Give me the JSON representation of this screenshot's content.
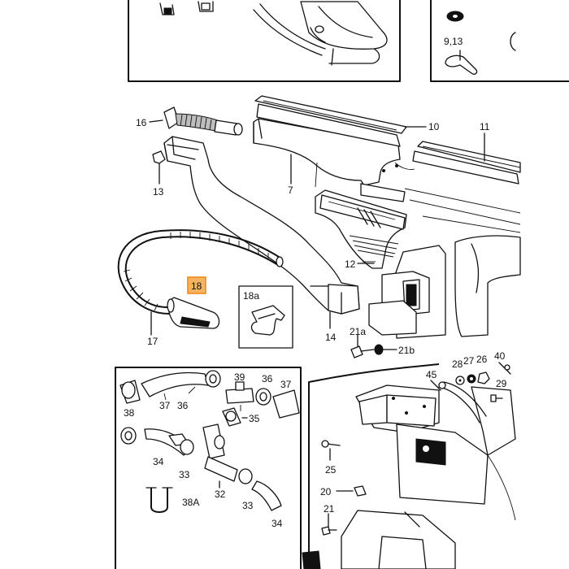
{
  "highlight_color": "#f5b261",
  "labels": {
    "l16": "16",
    "l13": "13",
    "l7": "7",
    "l10": "10",
    "l11": "11",
    "l12": "12",
    "l18": "18",
    "l17": "17",
    "l14": "14",
    "l18a": "18a",
    "l21a": "21a",
    "l21b": "21b",
    "l9_13": "9,13",
    "l45": "45",
    "l28": "28",
    "l27": "27",
    "l26": "26",
    "l40": "40",
    "l29": "29",
    "l25": "25",
    "l20": "20",
    "l21": "21",
    "l39": "39",
    "l36a": "36",
    "l36b": "36",
    "l37a": "37",
    "l37b": "37",
    "l35": "35",
    "l38": "38",
    "l34a": "34",
    "l34b": "34",
    "l33a": "33",
    "l33b": "33",
    "l32": "32",
    "l38A": "38A"
  }
}
